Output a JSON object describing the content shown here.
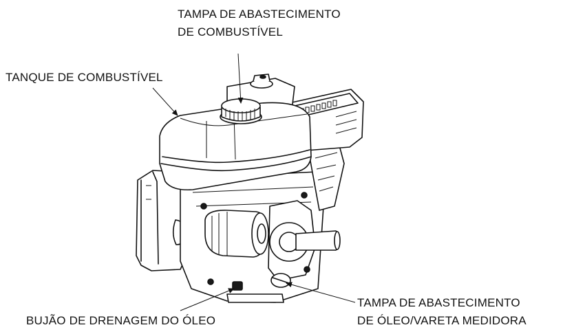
{
  "labels": {
    "fuel_filler_cap": [
      "TAMPA DE ABASTECIMENTO",
      "DE COMBUSTÍVEL"
    ],
    "fuel_tank": "TANQUE DE COMBUSTÍVEL",
    "oil_filler_cap": [
      "TAMPA DE ABASTECIMENTO",
      "DE ÓLEO/VARETA MEDIDORA"
    ],
    "oil_drain_plug": "BUJÃO DE DRENAGEM DO ÓLEO"
  }
}
